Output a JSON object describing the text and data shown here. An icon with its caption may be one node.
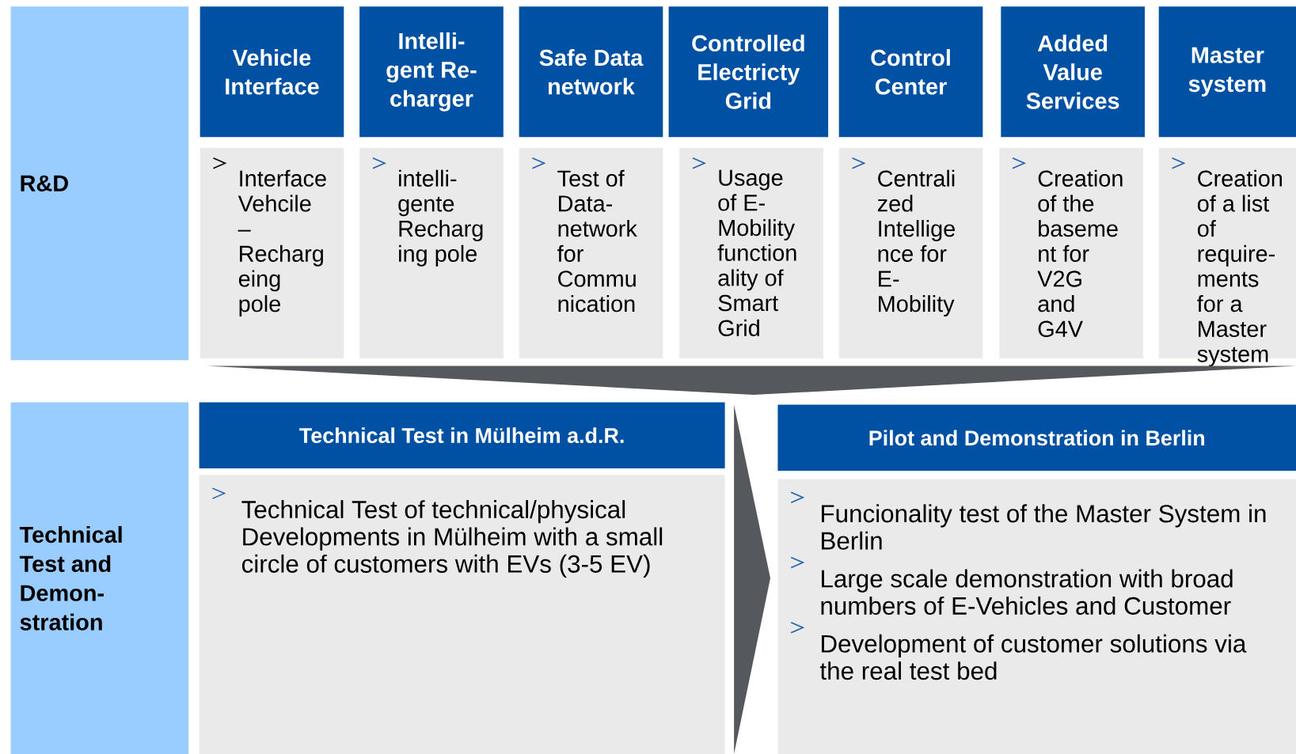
{
  "diagram": {
    "nodes": [
      {
        "text": [
          "R&D"
        ]
      },
      {
        "text": [
          "Vehicle Interface"
        ]
      },
      {
        "text": [
          "Intelli- gent Re- charger"
        ]
      },
      {
        "text": [
          "Safe Data network"
        ]
      },
      {
        "text": [
          "Controlled Electricty Grid"
        ]
      },
      {
        "text": [
          "Control Center"
        ]
      },
      {
        "text": [
          "Added Value Services"
        ]
      },
      {
        "text": [
          "Master system"
        ]
      },
      {
        "text": [
          "Interface Vehcile – Recharg eing pole"
        ]
      },
      {
        "text": [
          "intelli- gente Recharg ing pole"
        ]
      },
      {
        "text": [
          "Test of Data- network for Commu nication"
        ]
      },
      {
        "text": [
          "Usage of E- Mobility function ality of Smart Grid"
        ]
      },
      {
        "text": [
          "Centrali zed Intellige nce for E- Mobility"
        ]
      },
      {
        "text": [
          "Creation of the baseme nt for V2G and G4V"
        ]
      },
      {
        "text": [
          "Creation of a list of require- ments for a Master system"
        ]
      },
      {
        "text": [],
        "shape": "triangle"
      },
      {
        "text": [
          "Technical Test and Demon- stration"
        ]
      },
      {
        "text": [
          "Technical Test in Mülheim a.d.R."
        ]
      },
      {
        "text": [
          "Technical Test of technical/physical Developments in Mülheim with a small circle of customers with EVs (3-5 EV)"
        ]
      },
      {
        "text": [
          "Pilot and Demonstration in Berlin"
        ]
      },
      {
        "text": [
          "Funcionality test of the Master System in Berlin",
          "Large scale demonstration with broad numbers of E-Vehicles and Customer",
          "Development of customer solutions via the real test bed"
        ]
      }
    ],
    "edges": [
      {
        "from": 18,
        "to": 20,
        "arrow": "to"
      }
    ]
  }
}
